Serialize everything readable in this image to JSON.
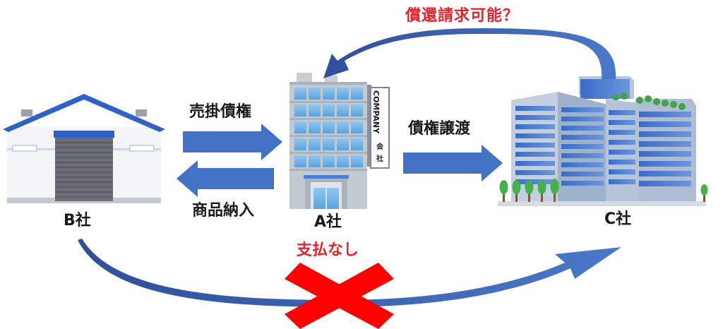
{
  "question_label": "償還請求可能？",
  "company_b_label": "B社",
  "company_a_label": "A社",
  "company_c_label": "C社",
  "receivable_label": "売掛債権",
  "goods_delivery_label": "商品納入",
  "assignment_label": "債権譲渡",
  "no_payment_label": "支払なし",
  "sign_text_company": "COMPANY",
  "sign_text_kai": "会",
  "sign_text_sha": "社",
  "colors": {
    "arrow_blue": "#4472c4",
    "accent_red": "#e8222a",
    "text_dark": "#1a1a1a"
  }
}
